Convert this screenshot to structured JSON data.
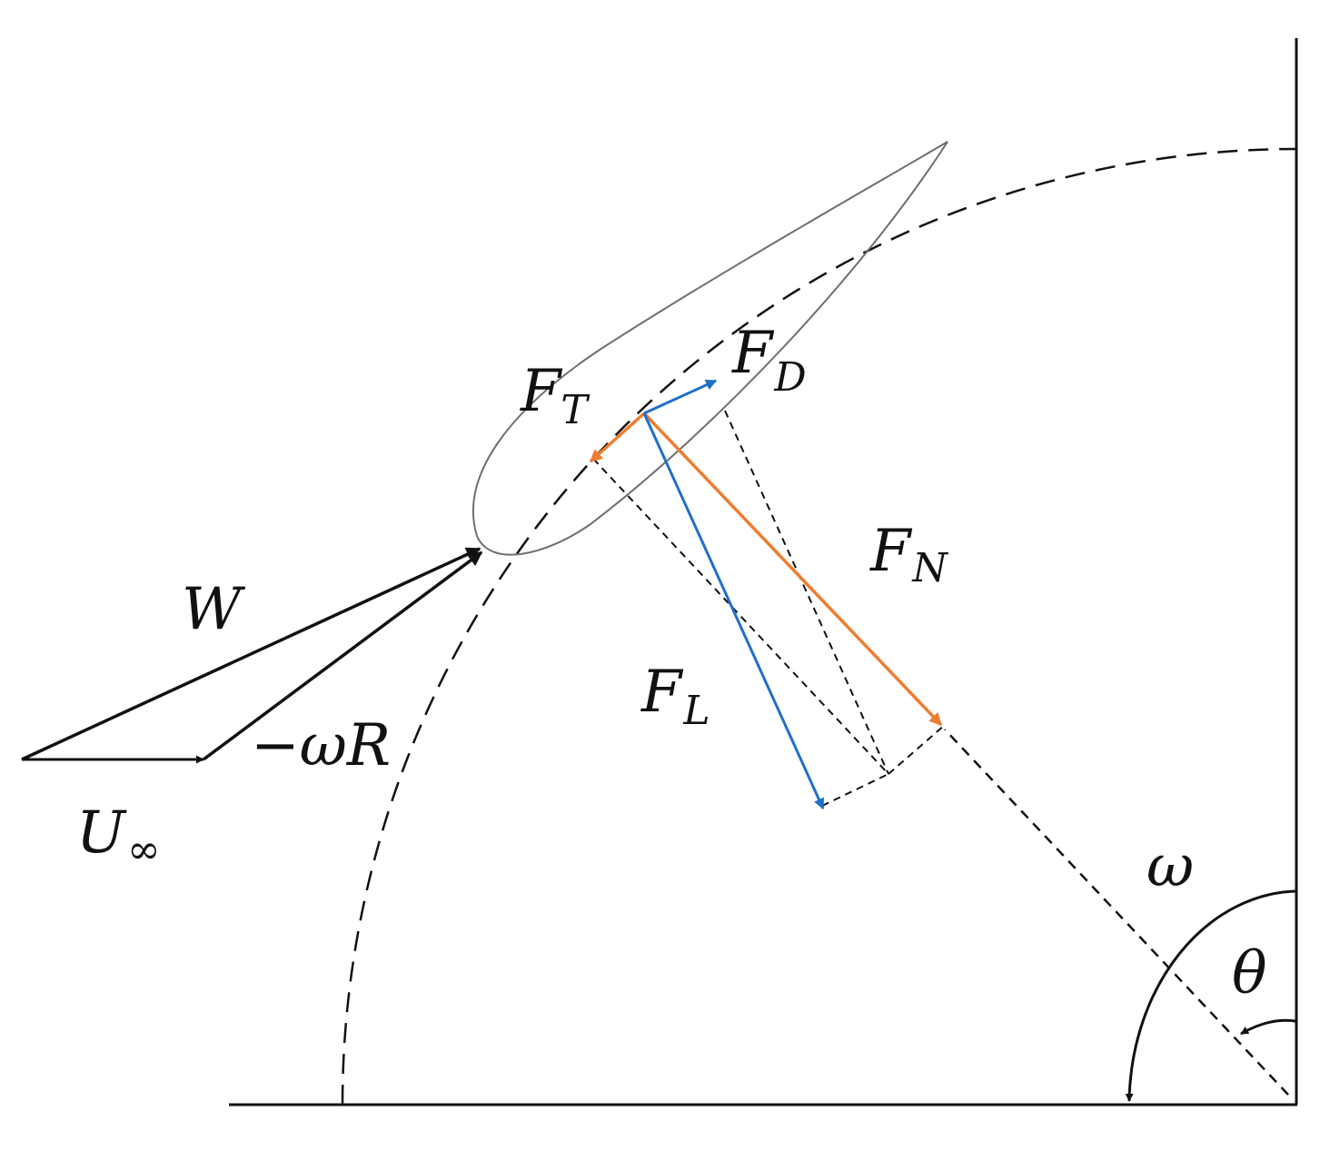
{
  "labels": {
    "W": "W",
    "neg_omega_R": "−ωR",
    "U_main": "U",
    "U_sub": "∞",
    "F": "F",
    "T_sub": "T",
    "D_sub": "D",
    "N_sub": "N",
    "L_sub": "L",
    "omega": "ω",
    "theta": "θ"
  },
  "colors": {
    "ink": "#111111",
    "normal_tangential": "#ED7D31",
    "lift_drag": "#1F6FC9",
    "airfoil": "#6E6E6E"
  }
}
